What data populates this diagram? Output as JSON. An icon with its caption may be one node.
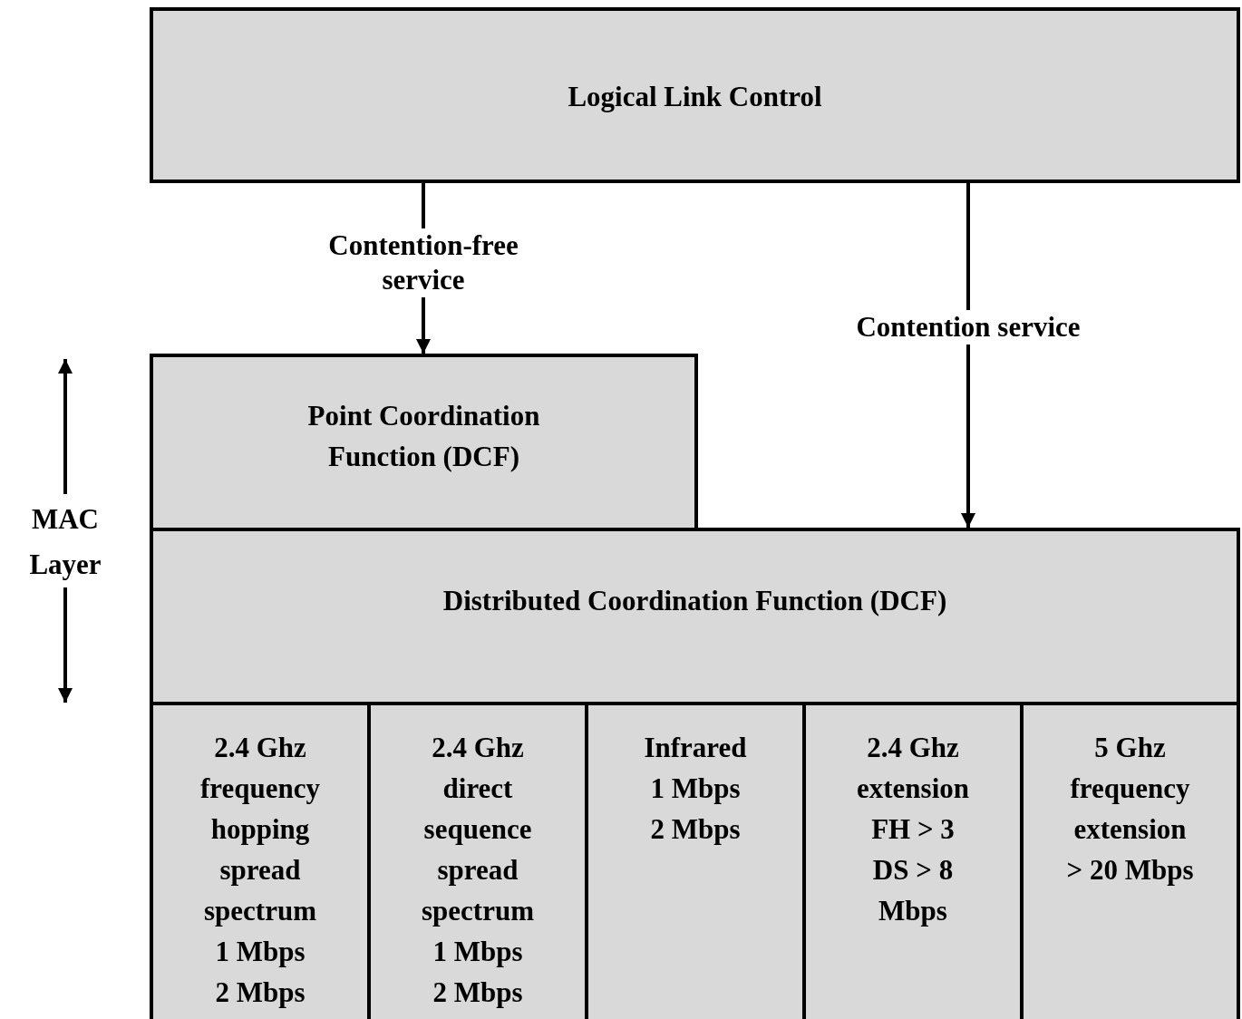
{
  "diagram": {
    "nodes": [
      {
        "text": [
          "Logical Link Control"
        ]
      },
      {
        "text": [
          "Point Coordination Function (DCF)"
        ]
      },
      {
        "text": [
          "Distributed Coordination Function (DCF)"
        ]
      },
      {
        "text": [
          "2.4 Ghz",
          "frequency hopping spread spectrum",
          "1 Mbps",
          "2 Mbps"
        ]
      },
      {
        "text": [
          "2.4 Ghz",
          "direct sequence spread spectrum",
          "1 Mbps",
          "2 Mbps"
        ]
      },
      {
        "text": [
          "Infrared",
          "1 Mbps",
          "2 Mbps"
        ]
      },
      {
        "text": [
          "2.4 Ghz extension",
          "FH > 3",
          "DS > 8 Mbps"
        ]
      },
      {
        "text": [
          "5 Ghz frequency extension",
          "> 20 Mbps"
        ]
      }
    ],
    "edges": [
      {
        "from": 0,
        "to": 1,
        "arrow": "to",
        "label": "Contention-free service"
      },
      {
        "from": 0,
        "to": 2,
        "arrow": "to",
        "label": "Contention service"
      }
    ],
    "labels": [
      "MAC Layer"
    ]
  }
}
